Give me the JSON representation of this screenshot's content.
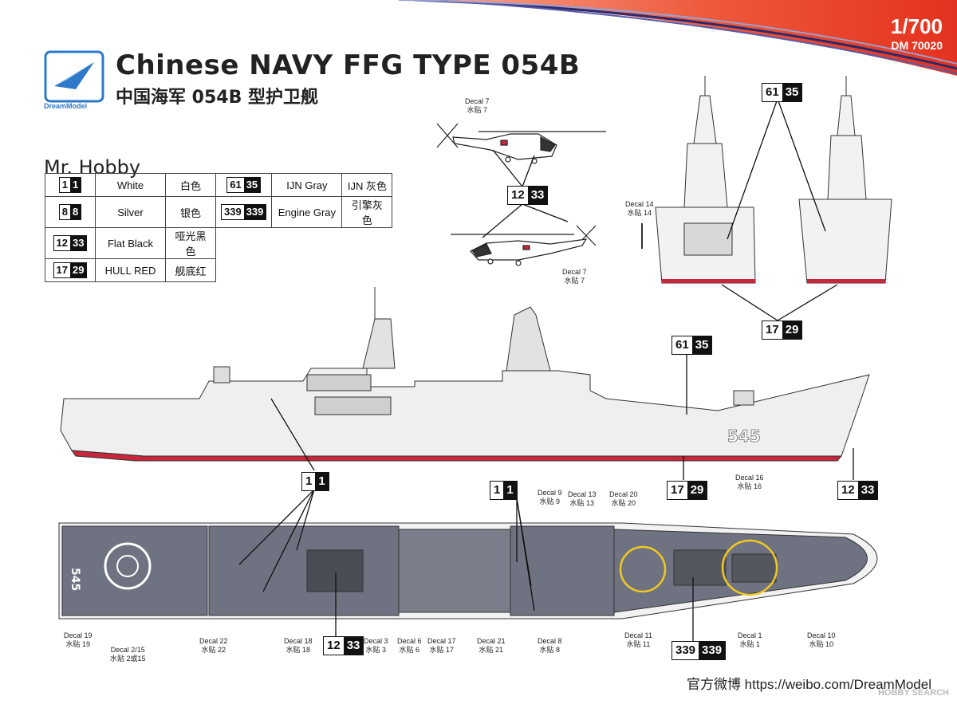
{
  "header": {
    "title": "Chinese NAVY FFG TYPE 054B",
    "subtitle": "中国海军 054B 型护卫舰",
    "scale": "1/700",
    "product_code": "DM 70020",
    "logo_text": "DreamModel"
  },
  "paint_table": {
    "brand": "Mr. Hobby",
    "rows": [
      {
        "code_a": "1",
        "code_b": "1",
        "name": "White",
        "name_cn": "白色"
      },
      {
        "code_a": "8",
        "code_b": "8",
        "name": "Silver",
        "name_cn": "银色"
      },
      {
        "code_a": "12",
        "code_b": "33",
        "name": "Flat Black",
        "name_cn": "哑光黑色"
      },
      {
        "code_a": "17",
        "code_b": "29",
        "name": "HULL RED",
        "name_cn": "舰底红"
      },
      {
        "code_a": "61",
        "code_b": "35",
        "name": "IJN Gray",
        "name_cn": "IJN 灰色"
      },
      {
        "code_a": "339",
        "code_b": "339",
        "name": "Engine Gray",
        "name_cn": "引擎灰色"
      }
    ]
  },
  "callouts": {
    "c1233_heli": {
      "a": "12",
      "b": "33"
    },
    "c6135_top": {
      "a": "61",
      "b": "35"
    },
    "c1729_views": {
      "a": "17",
      "b": "29"
    },
    "c6135_side": {
      "a": "61",
      "b": "35"
    },
    "c11_side": {
      "a": "1",
      "b": "1"
    },
    "c1729_side": {
      "a": "17",
      "b": "29"
    },
    "c1233_side": {
      "a": "12",
      "b": "33"
    },
    "c11_deck": {
      "a": "1",
      "b": "1"
    },
    "c1233_deck": {
      "a": "12",
      "b": "33"
    },
    "c339_deck": {
      "a": "339",
      "b": "339"
    }
  },
  "hull_number": "545",
  "deck_number": "545",
  "decals": {
    "d7a": [
      "Decal 7",
      "水贴 7"
    ],
    "d7b": [
      "Decal 7",
      "水贴 7"
    ],
    "d14": [
      "Decal 14",
      "水贴 14"
    ],
    "d16": [
      "Decal 16",
      "水贴 16"
    ],
    "d9": [
      "Decal 9",
      "水贴 9"
    ],
    "d13": [
      "Decal 13",
      "水贴 13"
    ],
    "d20": [
      "Decal 20",
      "水贴 20"
    ],
    "d19": [
      "Decal 19",
      "水贴 19"
    ],
    "d2": [
      "Decal 2/15",
      "水贴 2或15"
    ],
    "d22": [
      "Decal 22",
      "水贴 22"
    ],
    "d18": [
      "Decal 18",
      "水贴 18"
    ],
    "d3": [
      "Decal 3",
      "水贴 3"
    ],
    "d6": [
      "Decal 6",
      "水贴 6"
    ],
    "d17": [
      "Decal 17",
      "水贴 17"
    ],
    "d21": [
      "Decal 21",
      "水贴 21"
    ],
    "d8": [
      "Decal 8",
      "水贴 8"
    ],
    "d11": [
      "Decal 11",
      "水贴 11"
    ],
    "d1": [
      "Decal 1",
      "水贴 1"
    ],
    "d10": [
      "Decal 10",
      "水贴 10"
    ]
  },
  "footer": "官方微博  https://weibo.com/DreamModel",
  "watermark": "HOBBY SEARCH",
  "colors": {
    "hull_red": "#c8263a",
    "deck_gray": "#6f7280",
    "banner_red": "#e83a26",
    "banner_navy": "#2a2a6e"
  }
}
